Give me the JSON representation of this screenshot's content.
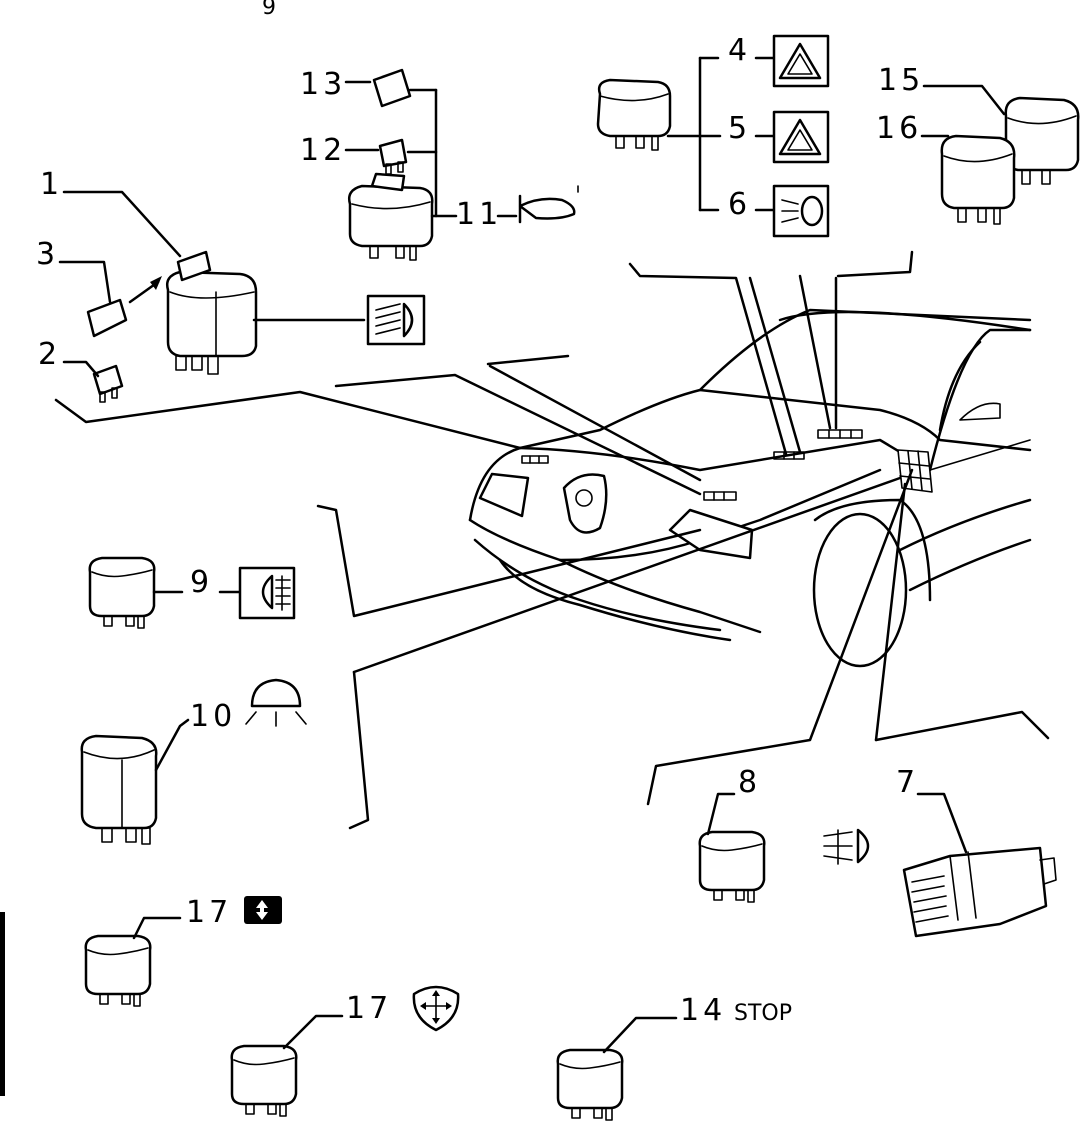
{
  "labels": {
    "p1": "1",
    "p2": "2",
    "p3": "3",
    "p4": "4",
    "p5": "5",
    "p6": "6",
    "p7": "7",
    "p8": "8",
    "p9": "9",
    "p10": "10",
    "p11": "11",
    "p12": "12",
    "p13": "13",
    "p14": "14",
    "p15": "15",
    "p16": "16",
    "p17a": "17",
    "p17b": "17",
    "stop": "STOP"
  },
  "icons": {
    "headlight_main": "high-beam-icon",
    "hazard_4": "hazard-triangle-icon",
    "hazard_5": "hazard-triangle-icon",
    "low_beam_6": "low-beam-icon",
    "horn_11": "horn-icon",
    "rear_fog_9": "rear-fog-icon",
    "interior_light_10": "interior-light-icon",
    "front_fog_8": "front-fog-icon",
    "window_17": "power-window-icon",
    "central_lock_17": "central-locking-icon"
  }
}
